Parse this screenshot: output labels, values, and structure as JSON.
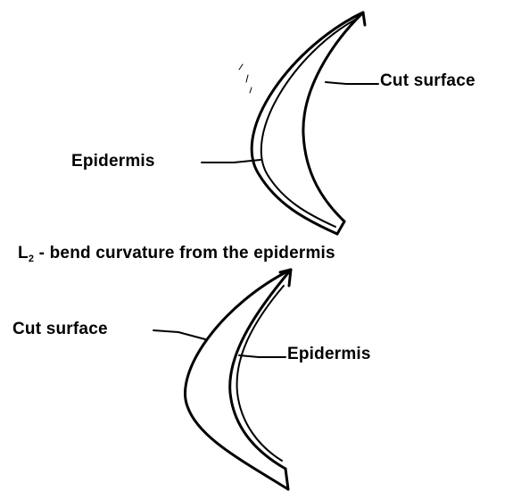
{
  "diagram_top": {
    "label_cut_surface": "Cut surface",
    "label_epidermis": "Epidermis"
  },
  "caption": {
    "prefix": "L",
    "subscript": "2",
    "text": " - bend curvature from the epidermis"
  },
  "diagram_bottom": {
    "label_cut_surface": "Cut surface",
    "label_epidermis": "Epidermis"
  },
  "colors": {
    "ink": "#000000",
    "background": "#ffffff"
  }
}
